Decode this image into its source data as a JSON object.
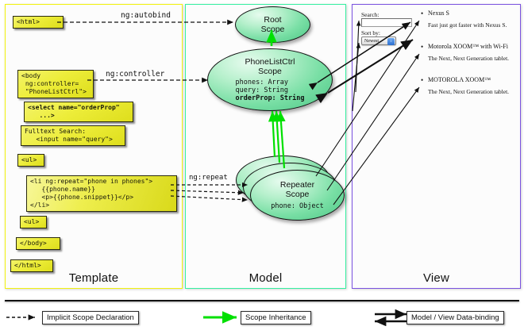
{
  "panels": [
    {
      "key": "template",
      "label": "Template",
      "border_color": "#f2f20d"
    },
    {
      "key": "model",
      "label": "Model",
      "border_color": "#35efa0"
    },
    {
      "key": "view",
      "label": "View",
      "border_color": "#7b52e0"
    }
  ],
  "template": {
    "code_boxes": [
      {
        "name": "html-open-tag",
        "text": "<html>"
      },
      {
        "name": "body-controller-tag",
        "text": "<body\n ng:controller=\n \"PhoneListCtrl\">"
      },
      {
        "name": "select-orderprop-tag",
        "text": "<select name=\"orderProp\"\n   ...>"
      },
      {
        "name": "fulltext-search-input",
        "text": "Fulltext Search:\n   <input name=\"query\">"
      },
      {
        "name": "ul-open-tag",
        "text": "<ul>"
      },
      {
        "name": "li-ngrepeat-block",
        "text": "<li ng:repeat=\"phone in phones\">\n   {{phone.name}}\n   <p>{{phone.snippet}}</p>\n</li>"
      },
      {
        "name": "ul-close-tag",
        "text": "<ul>"
      },
      {
        "name": "body-close-tag",
        "text": "</body>"
      },
      {
        "name": "html-close-tag",
        "text": "</html>"
      }
    ]
  },
  "connector_labels": {
    "autobind": "ng:autobind",
    "controller": "ng:controller",
    "repeat": "ng:repeat"
  },
  "model": {
    "scopes": [
      {
        "name": "root-scope",
        "title": "Root\nScope",
        "title_line1": "Root",
        "title_line2": "Scope",
        "props": []
      },
      {
        "name": "phonelistctrl-scope",
        "title_line1": "PhoneListCtrl",
        "title_line2": "Scope",
        "props": [
          {
            "text": "phones: Array",
            "bold": false
          },
          {
            "text": "query: String",
            "bold": false
          },
          {
            "text": "orderProp: String",
            "bold": true
          }
        ]
      },
      {
        "name": "repeater-scope",
        "title_line1": "Repeater",
        "title_line2": "Scope",
        "props": [
          {
            "text": "phone: Object",
            "bold": false
          }
        ]
      }
    ]
  },
  "view": {
    "search_label": "Search:",
    "search_value": "",
    "sort_label": "Sort by:",
    "sort_selected": "Newest",
    "sort_arrow_glyph": "↕",
    "phones": [
      {
        "name": "Nexus S",
        "snippet": "Fast just got faster with Nexus S."
      },
      {
        "name": "Motorola XOOM™ with Wi-Fi",
        "snippet": "The Next, Next Generation tablet."
      },
      {
        "name": "MOTOROLA XOOM™",
        "snippet": "The Next, Next Generation tablet."
      }
    ]
  },
  "legend": [
    {
      "name": "legend-implicit-scope-declaration",
      "label": "Implicit Scope Declaration",
      "style": "dashed-arrow",
      "color": "#111111"
    },
    {
      "name": "legend-scope-inheritance",
      "label": "Scope Inheritance",
      "style": "solid-green-arrow",
      "color": "#00e000"
    },
    {
      "name": "legend-model-view-databinding",
      "label": "Model / View Data-binding",
      "style": "double-arrow",
      "color": "#111111"
    }
  ]
}
